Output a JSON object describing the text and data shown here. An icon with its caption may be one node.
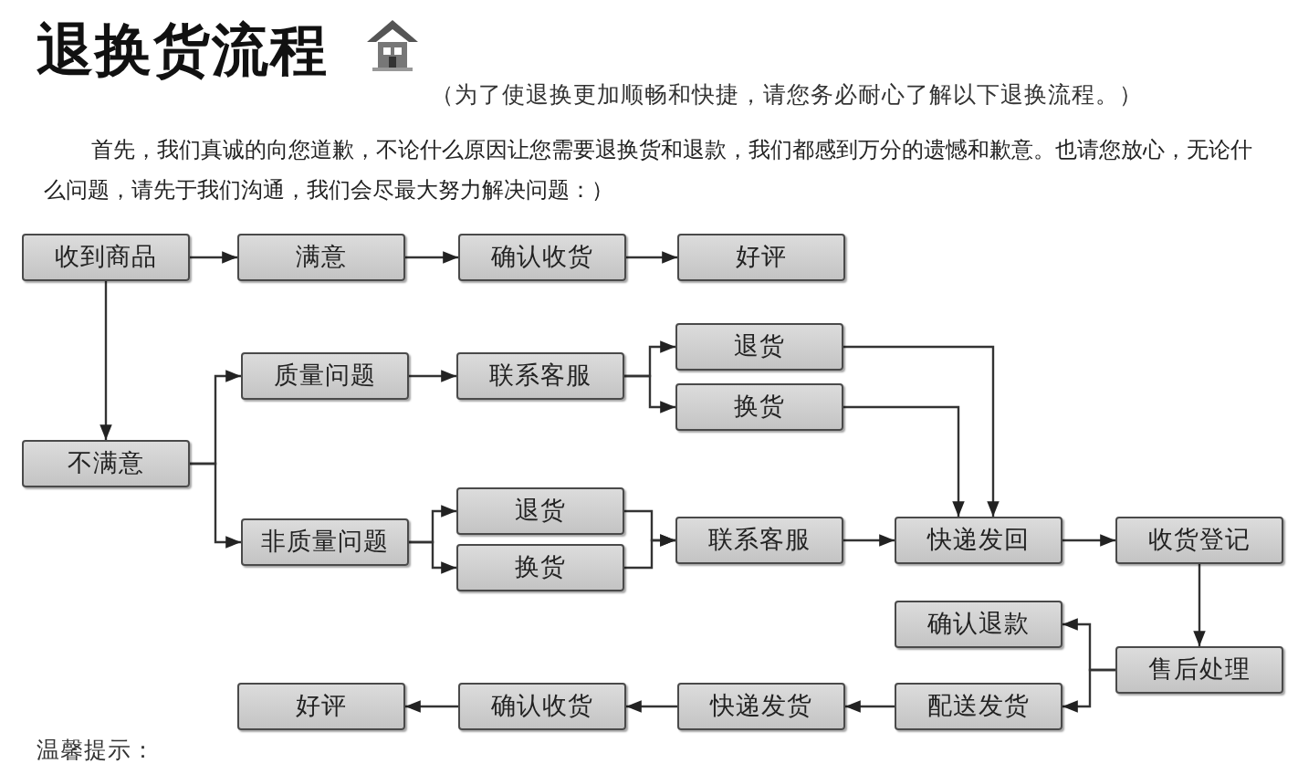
{
  "diagram": {
    "title": "退换货流程",
    "nodes": [
      {
        "text": [
          "收到商品"
        ]
      },
      {
        "text": [
          "满意"
        ]
      },
      {
        "text": [
          "确认收货"
        ]
      },
      {
        "text": [
          "好评"
        ]
      },
      {
        "text": [
          "不满意"
        ]
      },
      {
        "text": [
          "质量问题"
        ]
      },
      {
        "text": [
          "联系客服"
        ]
      },
      {
        "text": [
          "退货"
        ]
      },
      {
        "text": [
          "换货"
        ]
      },
      {
        "text": [
          "非质量问题"
        ]
      },
      {
        "text": [
          "退货"
        ]
      },
      {
        "text": [
          "换货"
        ]
      },
      {
        "text": [
          "联系客服"
        ]
      },
      {
        "text": [
          "快递发回"
        ]
      },
      {
        "text": [
          "收货登记"
        ]
      },
      {
        "text": [
          "确认退款"
        ]
      },
      {
        "text": [
          "售后处理"
        ]
      },
      {
        "text": [
          "配送发货"
        ]
      },
      {
        "text": [
          "快递发货"
        ]
      },
      {
        "text": [
          "确认收货"
        ]
      },
      {
        "text": [
          "好评"
        ]
      }
    ],
    "edges": [
      {
        "from": 0,
        "to": 1,
        "arrow": "to"
      },
      {
        "from": 1,
        "to": 2,
        "arrow": "to"
      },
      {
        "from": 2,
        "to": 3,
        "arrow": "to"
      },
      {
        "from": 0,
        "to": 4,
        "arrow": "to"
      },
      {
        "from": 4,
        "to": 5,
        "arrow": "to"
      },
      {
        "from": 4,
        "to": 9,
        "arrow": "to"
      },
      {
        "from": 5,
        "to": 6,
        "arrow": "to"
      },
      {
        "from": 6,
        "to": 7,
        "arrow": "to"
      },
      {
        "from": 6,
        "to": 8,
        "arrow": "to"
      },
      {
        "from": 9,
        "to": 10,
        "arrow": "to"
      },
      {
        "from": 9,
        "to": 11,
        "arrow": "to"
      },
      {
        "from": 10,
        "to": 12,
        "arrow": "to"
      },
      {
        "from": 11,
        "to": 12,
        "arrow": "to"
      },
      {
        "from": 7,
        "to": 13,
        "arrow": "to"
      },
      {
        "from": 8,
        "to": 13,
        "arrow": "to"
      },
      {
        "from": 12,
        "to": 13,
        "arrow": "to"
      },
      {
        "from": 13,
        "to": 14,
        "arrow": "to"
      },
      {
        "from": 14,
        "to": 16,
        "arrow": "to"
      },
      {
        "from": 16,
        "to": 15,
        "arrow": "to"
      },
      {
        "from": 16,
        "to": 17,
        "arrow": "to"
      },
      {
        "from": 17,
        "to": 18,
        "arrow": "to"
      },
      {
        "from": 18,
        "to": 19,
        "arrow": "to"
      },
      {
        "from": 19,
        "to": 20,
        "arrow": "to"
      }
    ],
    "labels": [
      "（为了使退换更加顺畅和快捷，请您务必耐心了解以下退换流程。）",
      "首先，我们真诚的向您道歉，不论什么原因让您需要退换货和退款，我们都感到万分的遗憾和歉意。也请您放心，无论什么问题，请先于我们沟通，我们会尽最大努力解决问题：）",
      "温馨提示："
    ]
  }
}
